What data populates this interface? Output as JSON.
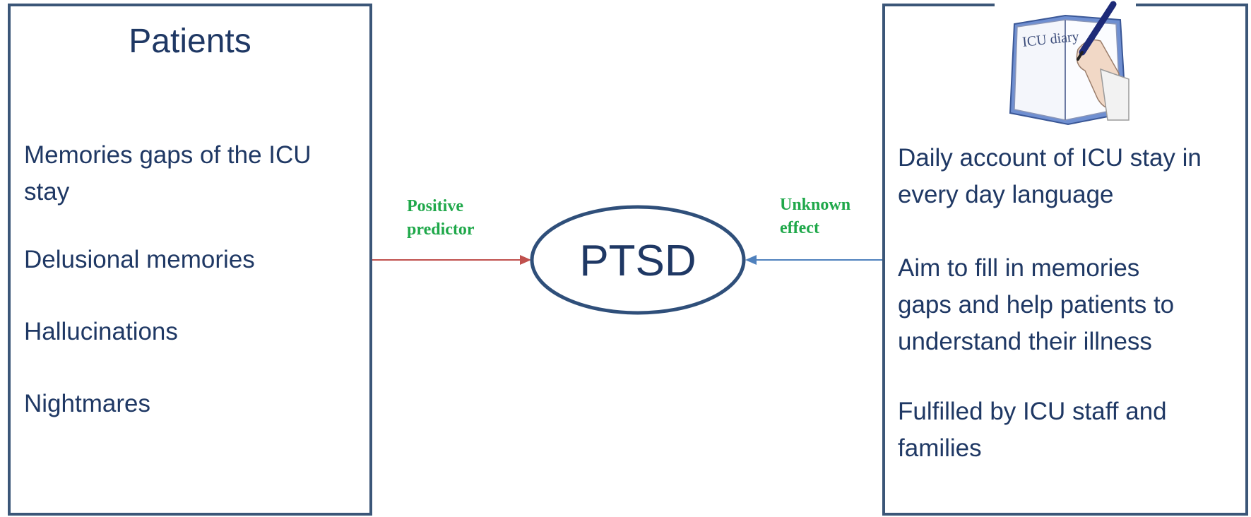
{
  "patients": {
    "title": "Patients",
    "items": [
      {
        "line1": "Memories gaps of the ICU",
        "line2": "stay"
      },
      {
        "line1": "Delusional memories"
      },
      {
        "line1": "Hallucinations"
      },
      {
        "line1": "Nightmares"
      }
    ]
  },
  "center": {
    "label": "PTSD"
  },
  "left_arrow": {
    "line1": "Positive",
    "line2": "predictor",
    "color": "#c0504d"
  },
  "right_arrow": {
    "line1": "Unknown",
    "line2": "effect",
    "color": "#4f81bd"
  },
  "diary": {
    "picture_text": "ICU diary",
    "items": [
      {
        "line1": "Daily account of ICU stay in",
        "line2": "every day language"
      },
      {
        "line1": "Aim to fill in memories",
        "line2": "gaps and help patients to",
        "line3": "understand their illness"
      },
      {
        "line1": "Fulfilled by ICU staff and",
        "line2": "families"
      }
    ]
  },
  "colors": {
    "border": "#3b5678",
    "text": "#1f3864",
    "label_green": "#1fa84a"
  }
}
